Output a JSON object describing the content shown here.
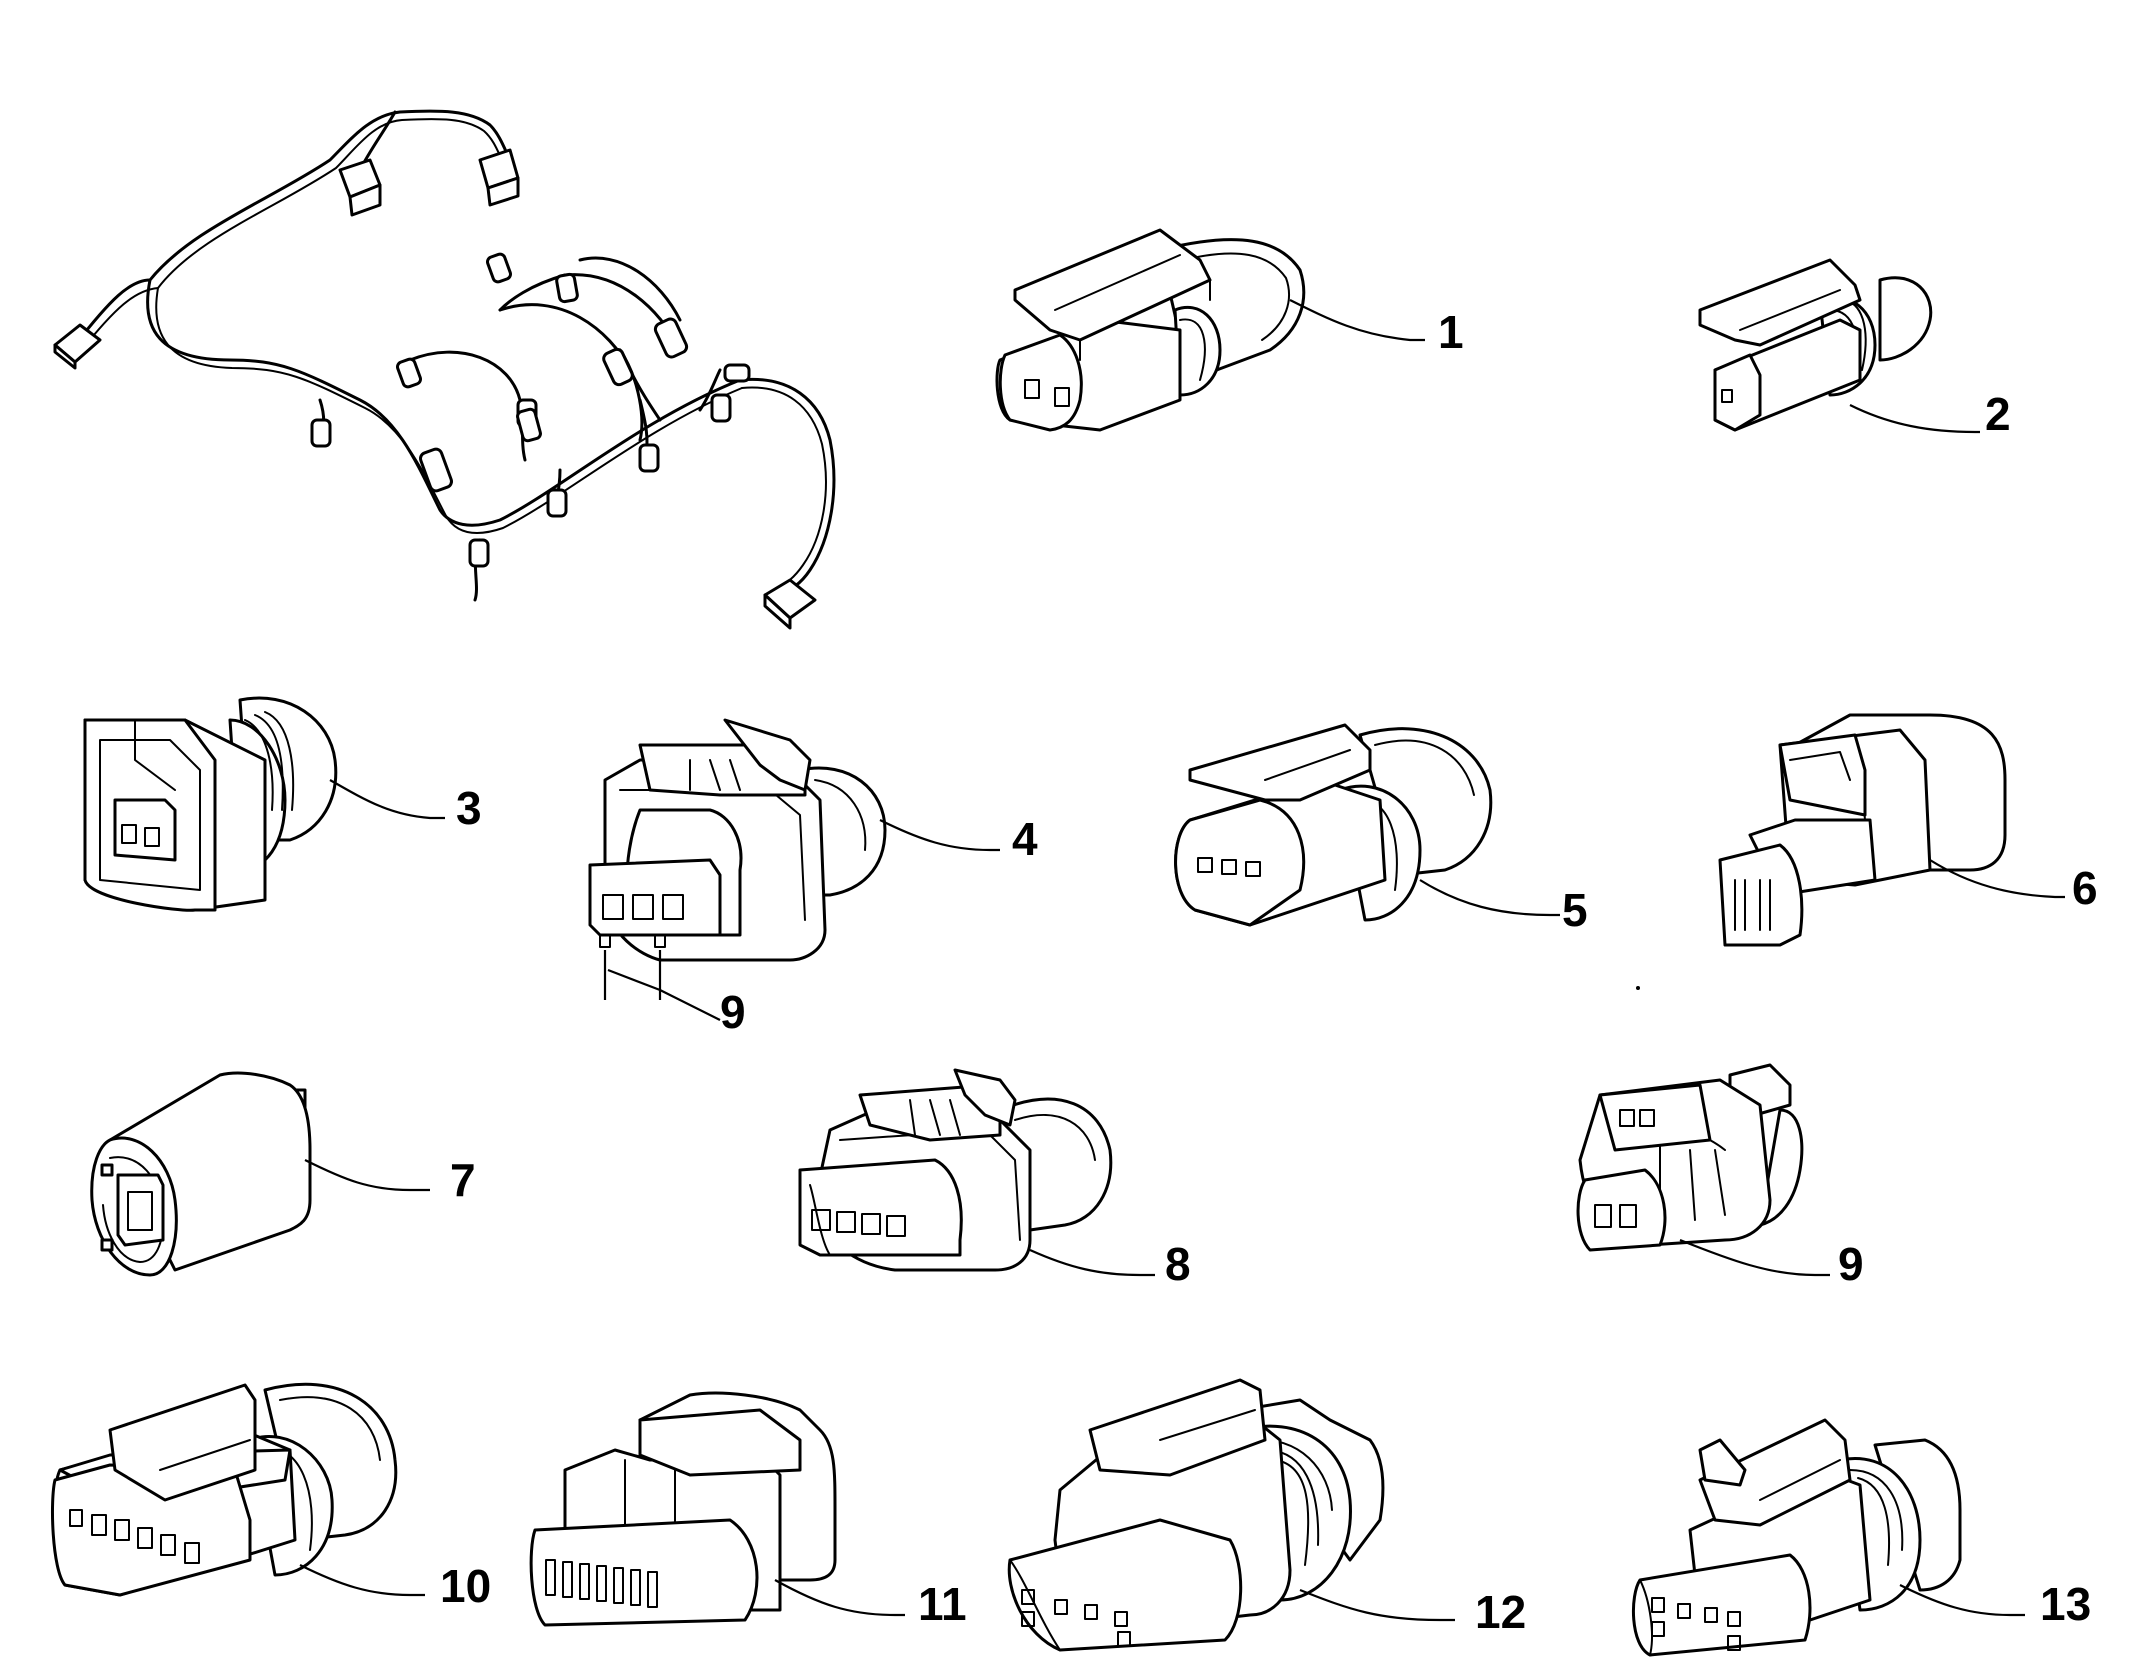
{
  "parts": [
    {
      "id": "harness",
      "label": ""
    },
    {
      "id": "p1",
      "label": "1"
    },
    {
      "id": "p2",
      "label": "2"
    },
    {
      "id": "p3",
      "label": "3"
    },
    {
      "id": "p4",
      "label": "4"
    },
    {
      "id": "p4_dim",
      "label": "9"
    },
    {
      "id": "p5",
      "label": "5"
    },
    {
      "id": "p6",
      "label": "6"
    },
    {
      "id": "p7",
      "label": "7"
    },
    {
      "id": "p8",
      "label": "8"
    },
    {
      "id": "p9",
      "label": "9"
    },
    {
      "id": "p10",
      "label": "10"
    },
    {
      "id": "p11",
      "label": "11"
    },
    {
      "id": "p12",
      "label": "12"
    },
    {
      "id": "p13",
      "label": "13"
    }
  ]
}
